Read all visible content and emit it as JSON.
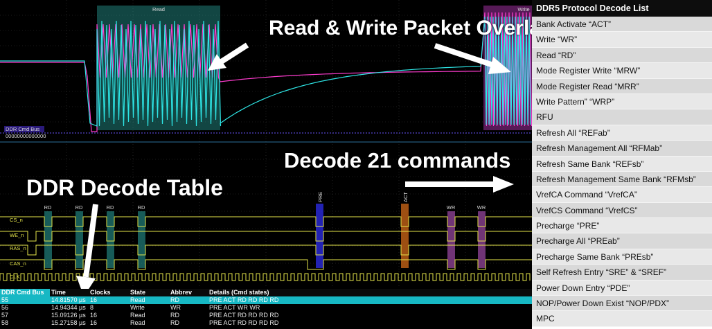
{
  "overlay": {
    "read_label": "Read",
    "write_label": "Write",
    "bus_label": "DDR Cmd Bus",
    "bus_value": "00000000000000"
  },
  "callouts": {
    "overlay": "Read & Write Packet Overlay",
    "decode_commands": "Decode 21 commands",
    "decode_table": "DDR Decode Table"
  },
  "commands": [
    {
      "label": "RD"
    },
    {
      "label": "RD"
    },
    {
      "label": "RD"
    },
    {
      "label": "RD"
    },
    {
      "label": "PRE"
    },
    {
      "label": "ACT"
    },
    {
      "label": "WR"
    },
    {
      "label": "WR"
    }
  ],
  "signals": [
    {
      "name": "CS_n"
    },
    {
      "name": "WE_n"
    },
    {
      "name": "RAS_n"
    },
    {
      "name": "CAS_n"
    },
    {
      "name": "CLK"
    }
  ],
  "table": {
    "headers": [
      "DDR Cmd Bus",
      "Time",
      "Clocks",
      "State",
      "Abbrev",
      "Details (Cmd states)"
    ],
    "rows": [
      [
        "55",
        "14.81570 µs",
        "16",
        "Read",
        "RD",
        "PRE ACT RD RD RD RD"
      ],
      [
        "56",
        "14.94344 µs",
        "8",
        "Write",
        "WR",
        "PRE ACT WR WR"
      ],
      [
        "57",
        "15.09126 µs",
        "16",
        "Read",
        "RD",
        "PRE ACT RD RD RD RD"
      ],
      [
        "58",
        "15.27158 µs",
        "16",
        "Read",
        "RD",
        "PRE ACT RD RD RD RD"
      ]
    ]
  },
  "decode_list": {
    "title": "DDR5 Protocol Decode List",
    "items": [
      "Bank Activate “ACT”",
      "Write “WR”",
      "Read “RD”",
      "Mode Register Write “MRW”",
      "Mode Register Read “MRR”",
      "Write Pattern” “WRP”",
      "RFU",
      "Refresh All “REFab”",
      "Refresh Management All “RFMab”",
      "Refresh Same Bank “REFsb”",
      "Refresh Management Same Bank “RFMsb”",
      "VrefCA Command “VrefCA”",
      "VrefCS Command “VrefCS”",
      "Precharge “PRE”",
      "Precharge All “PREab”",
      "Precharge Same Bank “PREsb”",
      "Self Refresh Entry “SRE” & “SREF”",
      "Power Down Entry “PDE”",
      "NOP/Power Down Exist “NOP/PDX”",
      "MPC"
    ]
  },
  "colors": {
    "cyan": "#2ee6e6",
    "magenta": "#ff3ccf",
    "yellow": "#e6e64a",
    "read_band": "#2aa6a0",
    "pre_band": "#3030ff",
    "act_band": "#e0701a",
    "wr_band": "#a04aa8",
    "highlight": "#17b8c4"
  }
}
